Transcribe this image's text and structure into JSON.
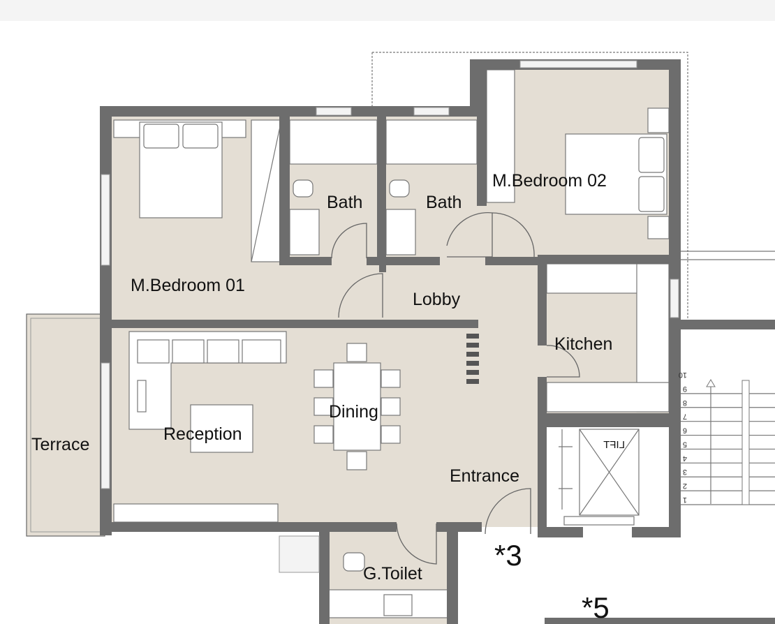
{
  "rooms": {
    "bedroom01": "M.Bedroom 01",
    "bedroom02": "M.Bedroom 02",
    "bath1": "Bath",
    "bath2": "Bath",
    "lobby": "Lobby",
    "kitchen": "Kitchen",
    "dining": "Dining",
    "reception": "Reception",
    "terrace": "Terrace",
    "entrance": "Entrance",
    "gtoilet": "G.Toilet"
  },
  "lift_label": "LIFT",
  "markers": [
    "*3",
    "*5"
  ],
  "stair_steps": [
    "1",
    "2",
    "3",
    "4",
    "5",
    "6",
    "7",
    "8",
    "9",
    "10"
  ],
  "colors": {
    "wall": "#6d6d6d",
    "floor": "#e4ded4",
    "background": "#ffffff"
  }
}
